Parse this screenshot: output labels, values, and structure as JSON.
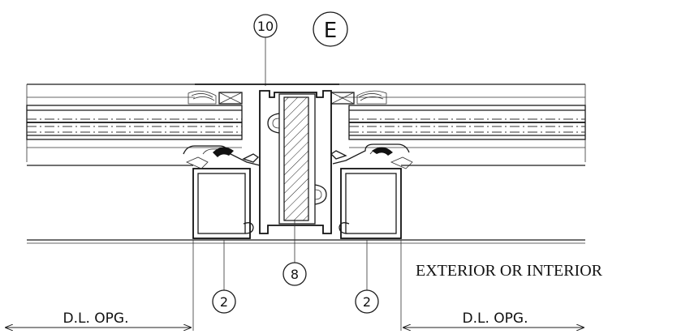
{
  "drawing": {
    "section_tag": "E",
    "callouts": {
      "top": "10",
      "center": "8",
      "left": "2",
      "right": "2"
    },
    "note": "EXTERIOR OR INTERIOR",
    "dimension_left": "D.L. OPG.",
    "dimension_right": "D.L. OPG."
  }
}
